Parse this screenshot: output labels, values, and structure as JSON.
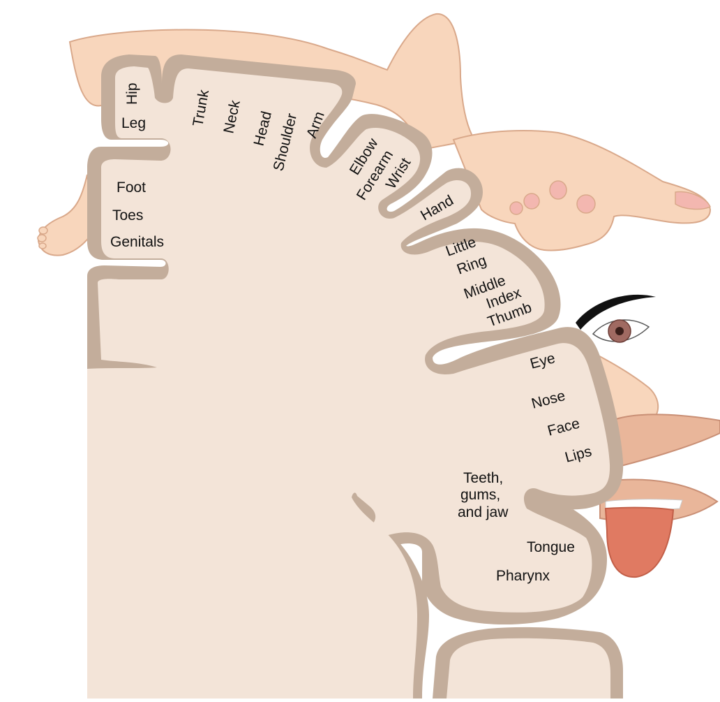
{
  "labels": {
    "hip": "Hip",
    "leg": "Leg",
    "trunk": "Trunk",
    "neck": "Neck",
    "head": "Head",
    "shoulder": "Shoulder",
    "arm": "Arm",
    "elbow": "Elbow",
    "forearm": "Forearm",
    "wrist": "Wrist",
    "hand": "Hand",
    "little": "Little",
    "ring": "Ring",
    "middle": "Middle",
    "index": "Index",
    "thumb": "Thumb",
    "foot": "Foot",
    "toes": "Toes",
    "genitals": "Genitals",
    "eye": "Eye",
    "nose": "Nose",
    "face": "Face",
    "lips": "Lips",
    "teeth_line1": "Teeth,",
    "teeth_line2": "gums,",
    "teeth_line3": "and jaw",
    "tongue": "Tongue",
    "pharynx": "Pharynx"
  },
  "colors": {
    "cortex_band": "#c3ad9b",
    "white_matter": "#f3e4d8",
    "skin": "#f8d6bc",
    "skin_outline": "#d9a88a",
    "lips": "#e9b69a",
    "tongue": "#e07a62",
    "iris": "#a06a62",
    "brow": "#111111"
  }
}
